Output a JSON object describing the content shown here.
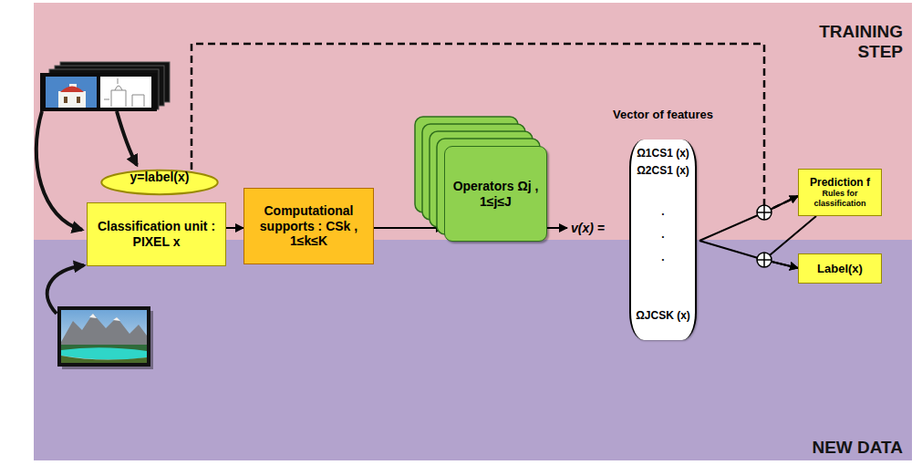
{
  "diagram": {
    "nodes": [
      {
        "text": [
          "Classification unit : PIXEL x"
        ]
      },
      {
        "text": [
          "Computational supports : CSk , 1≤k≤K"
        ]
      },
      {
        "text": [
          "Operators Ωj , 1≤j≤J"
        ]
      },
      {
        "text": [
          "Vector of features",
          "v(x) =",
          "Ω1CS1 (x)",
          "Ω2CS1 (x)",
          ".",
          ".",
          ".",
          "ΩJCSK (x)"
        ]
      },
      {
        "text": [
          "y=label(x)"
        ]
      },
      {
        "text": [
          "Prediction f",
          "Rules for classification"
        ]
      },
      {
        "text": [
          "Label(x)"
        ]
      }
    ],
    "edges": [
      {
        "from": 4,
        "to": 5,
        "arrow": "to"
      },
      {
        "from": 0,
        "to": 1,
        "arrow": "to"
      },
      {
        "from": 1,
        "to": 2,
        "arrow": "to"
      },
      {
        "from": 2,
        "to": 3,
        "arrow": "to"
      },
      {
        "from": 3,
        "to": 5,
        "arrow": "to"
      },
      {
        "from": 3,
        "to": 6,
        "arrow": "to"
      },
      {
        "from": 5,
        "to": 6,
        "arrow": "to"
      }
    ],
    "labels": [
      "TRAINING STEP",
      "NEW DATA"
    ]
  }
}
